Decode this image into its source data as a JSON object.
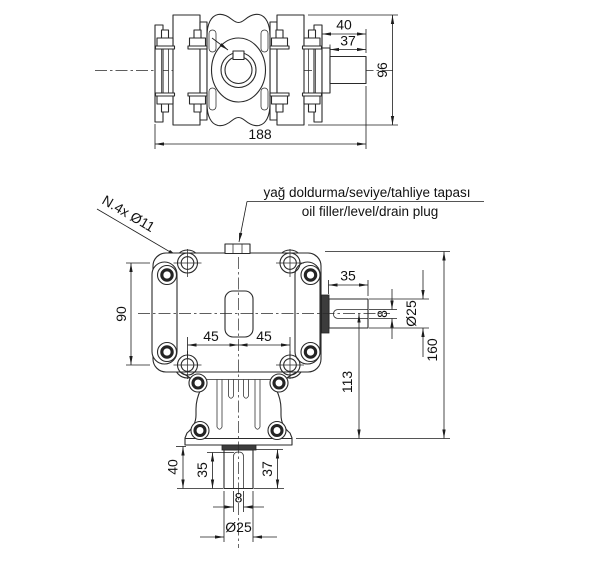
{
  "callout": {
    "line1": "yağ doldurma/seviye/tahliye tapası",
    "line2": "oil filler/level/drain plug"
  },
  "labels": {
    "mounting_holes": "N.4x Ø11"
  },
  "top_view": {
    "dims": {
      "d40": "40",
      "d37": "37",
      "d96": "96",
      "d188": "188"
    }
  },
  "front_view": {
    "dims": {
      "d90": "90",
      "d45_left": "45",
      "d45_right": "45",
      "d35_side": "35",
      "d8_side": "8",
      "dia25_side": "Ø25",
      "d113": "113",
      "d160": "160",
      "d40_bottom": "40",
      "d35_bottom": "35",
      "d37_bottom": "37",
      "d8_bottom": "8",
      "dia25_bottom": "Ø25"
    }
  }
}
